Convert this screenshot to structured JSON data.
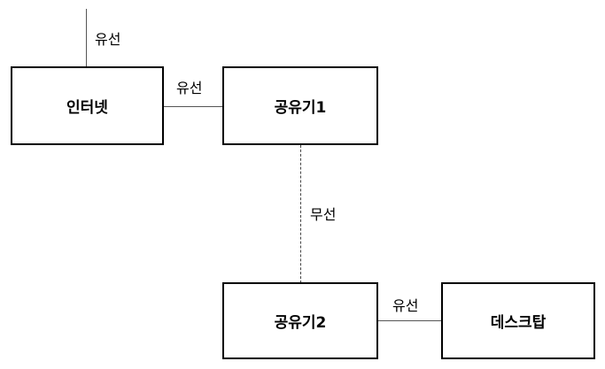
{
  "nodes": {
    "internet": {
      "label": "인터넷"
    },
    "router1": {
      "label": "공유기1"
    },
    "router2": {
      "label": "공유기2"
    },
    "desktop": {
      "label": "데스크탑"
    }
  },
  "edges": {
    "uplink": {
      "label": "유선"
    },
    "internet_router1": {
      "label": "유선"
    },
    "router1_router2": {
      "label": "무선"
    },
    "router2_desktop": {
      "label": "유선"
    }
  }
}
